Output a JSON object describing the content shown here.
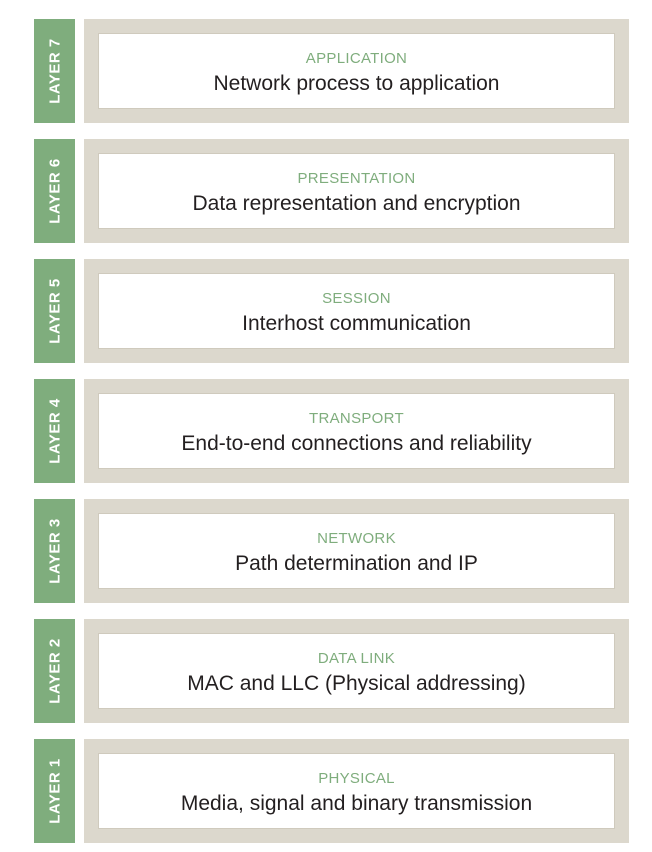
{
  "layers": [
    {
      "tab": "LAYER 7",
      "name": "APPLICATION",
      "description": "Network process to application"
    },
    {
      "tab": "LAYER 6",
      "name": "PRESENTATION",
      "description": "Data representation and encryption"
    },
    {
      "tab": "LAYER 5",
      "name": "SESSION",
      "description": "Interhost communication"
    },
    {
      "tab": "LAYER 4",
      "name": "TRANSPORT",
      "description": "End-to-end connections and reliability"
    },
    {
      "tab": "LAYER 3",
      "name": "NETWORK",
      "description": "Path determination and IP"
    },
    {
      "tab": "LAYER 2",
      "name": "DATA LINK",
      "description": "MAC and LLC (Physical addressing)"
    },
    {
      "tab": "LAYER 1",
      "name": "PHYSICAL",
      "description": "Media, signal and binary transmission"
    }
  ],
  "colors": {
    "tab": "#7fad7d",
    "frame": "#dcd8cd",
    "accent_text": "#7fad7d",
    "body_text": "#231f20"
  }
}
